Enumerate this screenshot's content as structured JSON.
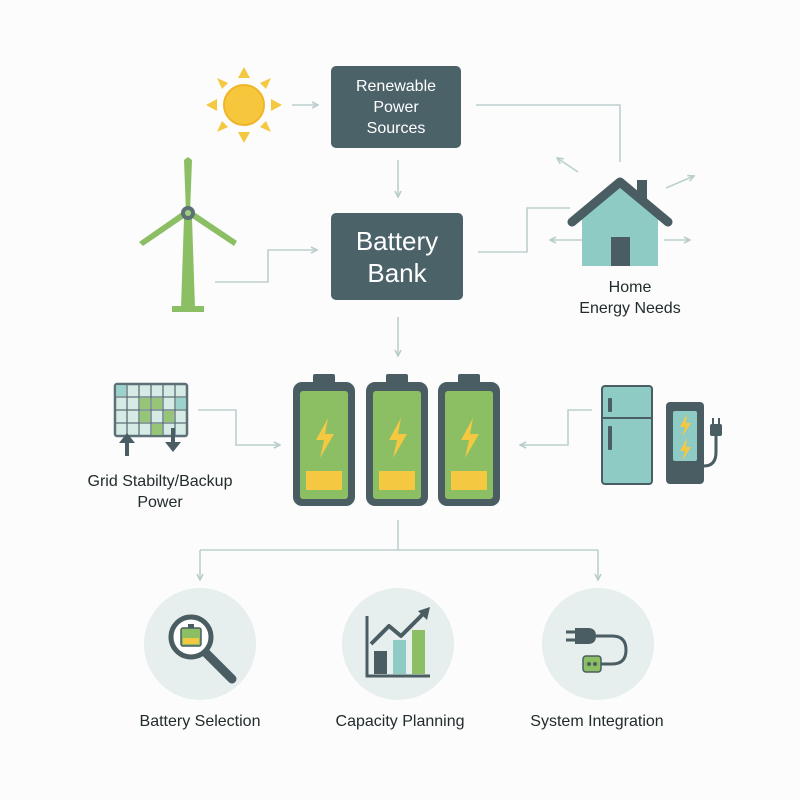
{
  "nodes": {
    "renewable": "Renewable\nPower\nSources",
    "battery_bank": "Battery\nBank",
    "home": "Home\nEnergy Needs",
    "grid": "Grid Stabilty/Backup\nPower"
  },
  "outcomes": {
    "selection": "Battery Selection",
    "capacity": "Capacity Planning",
    "integration": "System Integration"
  },
  "colors": {
    "box": "#4b6269",
    "connector": "#bcd0cf",
    "green": "#8cbf64",
    "yellow": "#f5c842",
    "teal": "#8ecbc4",
    "dark": "#4a5d63"
  }
}
